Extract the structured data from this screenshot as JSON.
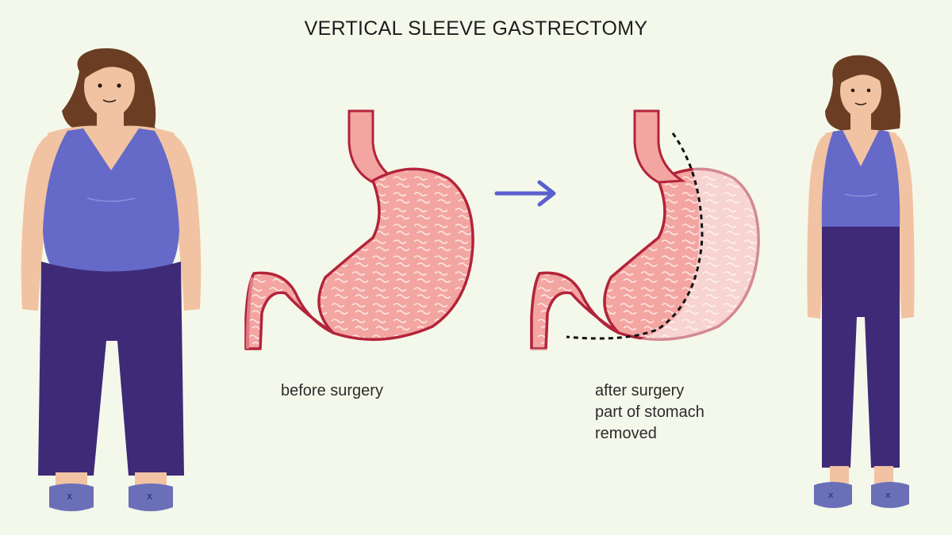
{
  "title": "VERTICAL SLEEVE GASTRECTOMY",
  "captions": {
    "before": "before surgery",
    "after_lines": [
      "after surgery",
      "part of stomach",
      "removed"
    ]
  },
  "colors": {
    "background": "#f4f8ea",
    "skin": "#f1c3a3",
    "hair": "#6b3e24",
    "top": "#6569c8",
    "pants": "#3f2a78",
    "shoes": "#6a6fb8",
    "stomach_fill": "#f3a5a2",
    "stomach_outline": "#b3243a",
    "stomach_removed": "#f7d2d0",
    "arrow": "#5b5fd0"
  },
  "icons": {
    "arrow": "right-arrow-icon"
  }
}
